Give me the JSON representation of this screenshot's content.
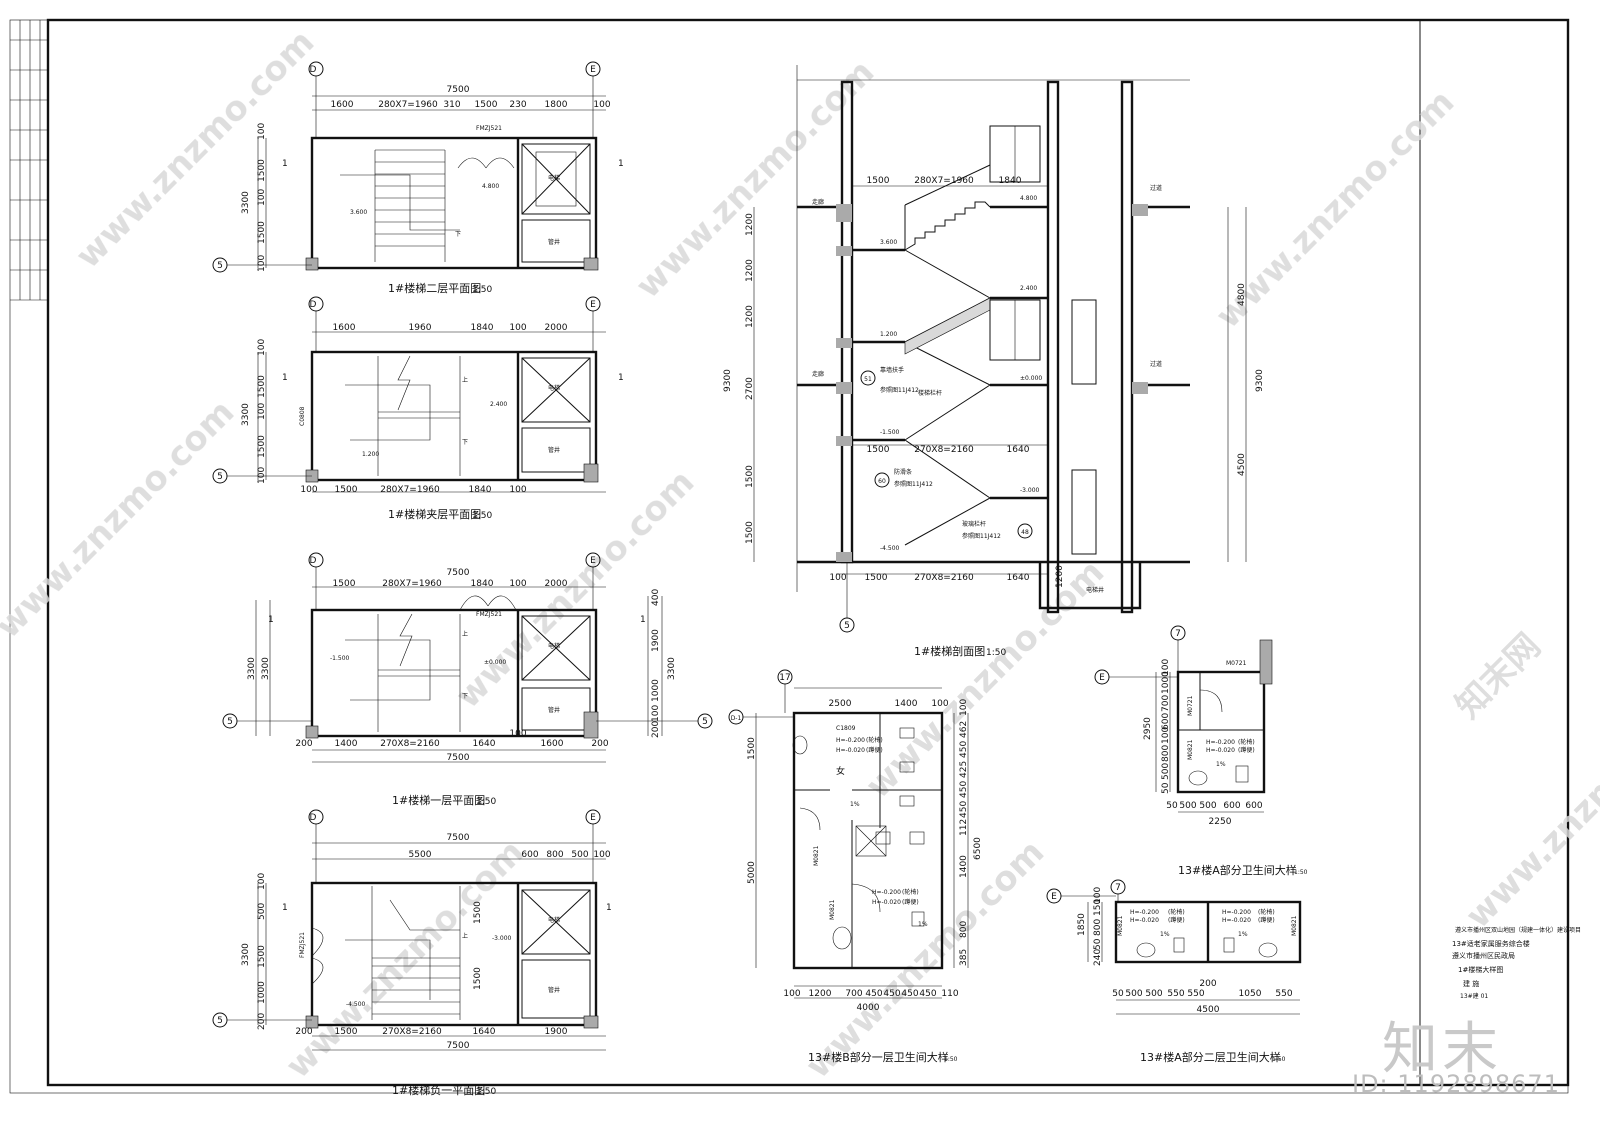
{
  "title_block": {
    "project": "遵义市播州区双山地园（规建一体化）建设项目",
    "building": "13#适老家属服务综合楼",
    "client": "遵义市播州区民政局",
    "drawing": "1#楼梯大样图",
    "discipline": "建 施",
    "number": "13#建 01"
  },
  "watermark": {
    "brand": "知末",
    "id": "ID: 1192898671",
    "url": "www.znzmo.com",
    "site": "知末网"
  },
  "plans": {
    "second": {
      "title": "1#楼梯二层平面图",
      "scale": "1:50",
      "axis_left": "D",
      "axis_right": "E",
      "axis_row": "5",
      "top_total": "7500",
      "top_dims": [
        "1600",
        "280X7=1960",
        "310",
        "1500",
        "230",
        "1800",
        "100"
      ],
      "left_dims": [
        "100",
        "1500",
        "100",
        "1500",
        "100"
      ],
      "left_total": "3300",
      "door": "FMZJ521",
      "level_a": "4.800",
      "level_b": "3.600",
      "down": "下",
      "section_mark": "1",
      "elevator": "电梯",
      "shaft": "管井"
    },
    "mezz": {
      "title": "1#楼梯夹层平面图",
      "scale": "1:50",
      "axis_left": "D",
      "axis_right": "E",
      "axis_row": "5",
      "top_dims": [
        "1600",
        "1960",
        "1840",
        "100",
        "2000"
      ],
      "bottom_dims": [
        "100",
        "1500",
        "280X7=1960",
        "1840",
        "100"
      ],
      "left_dims": [
        "100",
        "1500",
        "100",
        "1500",
        "100"
      ],
      "left_total": "3300",
      "window": "C0808",
      "level_a": "2.400",
      "level_b": "1.200",
      "up": "上",
      "down": "下",
      "section_mark": "1",
      "elevator": "电梯",
      "shaft": "管井"
    },
    "first": {
      "title": "1#楼梯一层平面图",
      "scale": "1:50",
      "axis_left": "D",
      "axis_right": "E",
      "axis_row": "5",
      "top_total": "7500",
      "top_dims": [
        "1500",
        "280X7=1960",
        "1840",
        "100",
        "2000"
      ],
      "bottom_dims": [
        "200",
        "1400",
        "270X8=2160",
        "1640",
        "100",
        "1600",
        "200"
      ],
      "bottom_total": "7500",
      "left_dims": [
        "3300",
        "3300"
      ],
      "right_dims": [
        "400",
        "1900",
        "1000",
        "100",
        "200"
      ],
      "right_total": "3300",
      "door": "FMZJ521",
      "level_a": "-1.500",
      "level_b": "±0.000",
      "up": "上",
      "down": "下",
      "section_mark": "1",
      "elevator": "电梯",
      "shaft": "管井"
    },
    "basement": {
      "title": "1#楼梯负一平面图",
      "scale": "1:50",
      "axis_left": "D",
      "axis_right": "E",
      "axis_row": "5",
      "top_total": "7500",
      "top_dims": [
        "5500",
        "600",
        "800",
        "500",
        "100"
      ],
      "bottom_dims": [
        "200",
        "1500",
        "270X8=2160",
        "1640",
        "1900"
      ],
      "bottom_total": "7500",
      "left_dims": [
        "100",
        "500",
        "1500",
        "1000",
        "200"
      ],
      "left_total": "3300",
      "inner_dims": [
        "1500",
        "1500"
      ],
      "door": "FMZJ521",
      "level_a": "-3.000",
      "level_b": "-4.500",
      "up": "上",
      "section_mark": "1",
      "elevator": "电梯",
      "shaft": "管井"
    }
  },
  "section": {
    "title": "1#楼梯剖面图",
    "scale": "1:50",
    "axis": "5",
    "top_dims": [
      "1500",
      "280X7=1960",
      "1840"
    ],
    "mid_dims": [
      "1500",
      "270X8=2160",
      "1640"
    ],
    "bottom_dims": [
      "100",
      "1500",
      "270X8=2160",
      "1640"
    ],
    "left_dims": [
      "1200",
      "1200",
      "1200",
      "2700",
      "1500",
      "1500"
    ],
    "left_total": "9300",
    "right_dims": [
      "4800",
      "4500"
    ],
    "right_total": "9300",
    "pit": "1200",
    "levels": [
      "4.800",
      "3.600",
      "2.400",
      "1.200",
      "±0.000",
      "-1.500",
      "-3.000",
      "-4.500"
    ],
    "notes": [
      "靠墙扶手",
      "参照图11J412",
      "防滑条",
      "参照图11J412",
      "玻璃栏杆",
      "参照图11J412",
      "楼梯栏杆"
    ],
    "refs": [
      "51",
      "60",
      "48"
    ],
    "rooms": [
      "走廊",
      "走廊",
      "过道",
      "过道",
      "电梯井"
    ]
  },
  "toilet_b": {
    "title": "13#楼B部分一层卫生间大样",
    "scale": "1:50",
    "axis_top": "17",
    "axis_left": "D-1",
    "top_dims": [
      "2500",
      "1400",
      "100"
    ],
    "bottom_dims": [
      "100",
      "1200",
      "700",
      "450",
      "450",
      "450",
      "450",
      "110"
    ],
    "bottom_total": "4000",
    "left_dims": [
      "1500",
      "5000"
    ],
    "right_dims": [
      "100",
      "462",
      "450",
      "425",
      "450",
      "450",
      "112",
      "1400",
      "800",
      "385"
    ],
    "right_total": "6500",
    "window": "C1809",
    "h1": "H=-0.200",
    "h2": "H=-0.020",
    "t1": "(轮椅)",
    "t2": "(蹲便)",
    "female": "女",
    "slope": "1%",
    "door1": "M0821",
    "door2": "M0821"
  },
  "toilet_a1": {
    "title": "13#楼A部分卫生间大样",
    "scale": "1:50",
    "axis_top": "7",
    "axis_left": "E",
    "door_top": "M0721",
    "door_side": "M0721",
    "door_low": "M0821",
    "left_dims": [
      "100",
      "1000",
      "700",
      "600",
      "100",
      "800",
      "500",
      "50"
    ],
    "left_total": "2950",
    "bottom_dims": [
      "50",
      "500",
      "500",
      "600",
      "600"
    ],
    "bottom_total": "2250",
    "h1": "H=-0.200",
    "h2": "H=-0.020",
    "t1": "(轮椅)",
    "t2": "(蹲便)",
    "slope": "1%"
  },
  "toilet_a2": {
    "title": "13#楼A部分二层卫生间大样",
    "scale": "1:50",
    "axis_top": "7",
    "axis_left": "E",
    "left_dims": [
      "100",
      "150",
      "800",
      "50",
      "240"
    ],
    "left_total": "1850",
    "bottom_dims": [
      "50",
      "500",
      "500",
      "550",
      "550",
      "1050",
      "550"
    ],
    "bottom_total": "4500",
    "mid_dim": "200",
    "h1": "H=-0.200",
    "h2": "H=-0.020",
    "t1": "(轮椅)",
    "t2": "(蹲便)",
    "slope": "1%",
    "door": "M0821"
  }
}
